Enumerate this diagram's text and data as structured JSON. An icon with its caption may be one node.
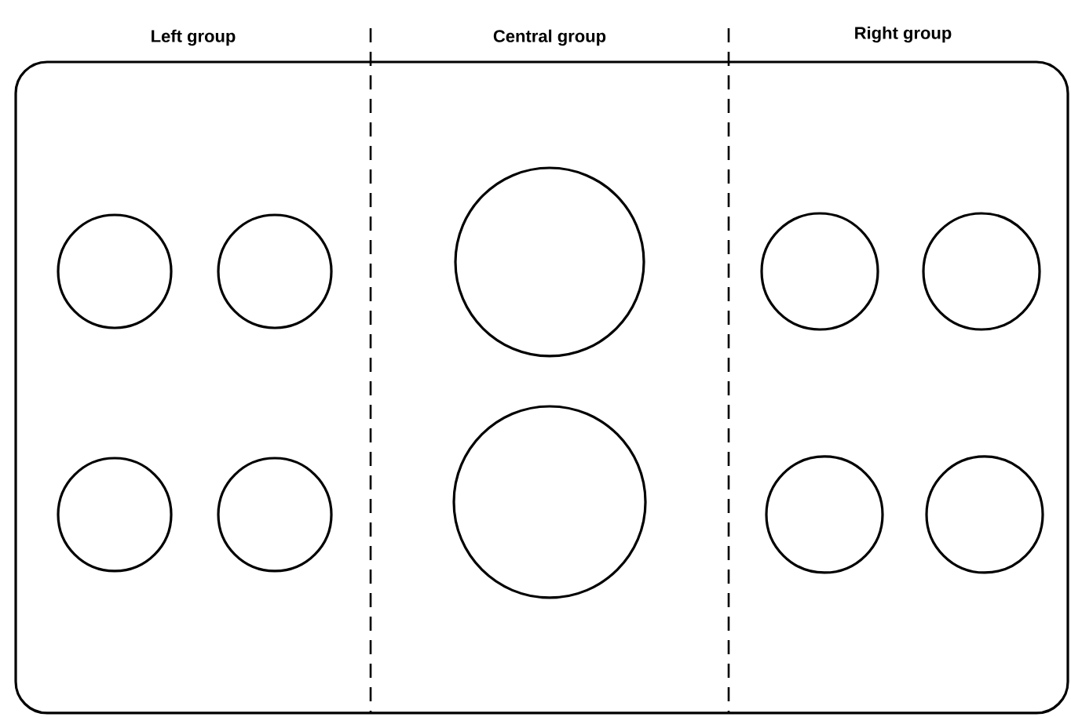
{
  "diagram": {
    "nodes": [
      {
        "text": [],
        "shape": "box"
      },
      {
        "text": [],
        "shape": "circle",
        "in": 0
      },
      {
        "text": [],
        "shape": "circle",
        "in": 0
      },
      {
        "text": [],
        "shape": "circle",
        "in": 0
      },
      {
        "text": [],
        "shape": "circle",
        "in": 0
      },
      {
        "text": [],
        "shape": "circle",
        "in": 0
      },
      {
        "text": [],
        "shape": "circle",
        "in": 0
      },
      {
        "text": [],
        "shape": "circle",
        "in": 0
      },
      {
        "text": [],
        "shape": "circle",
        "in": 0
      },
      {
        "text": [],
        "shape": "circle",
        "in": 0
      },
      {
        "text": [],
        "shape": "circle",
        "in": 0
      }
    ],
    "labels": [
      "Left group",
      "Central group",
      "Right group"
    ]
  }
}
